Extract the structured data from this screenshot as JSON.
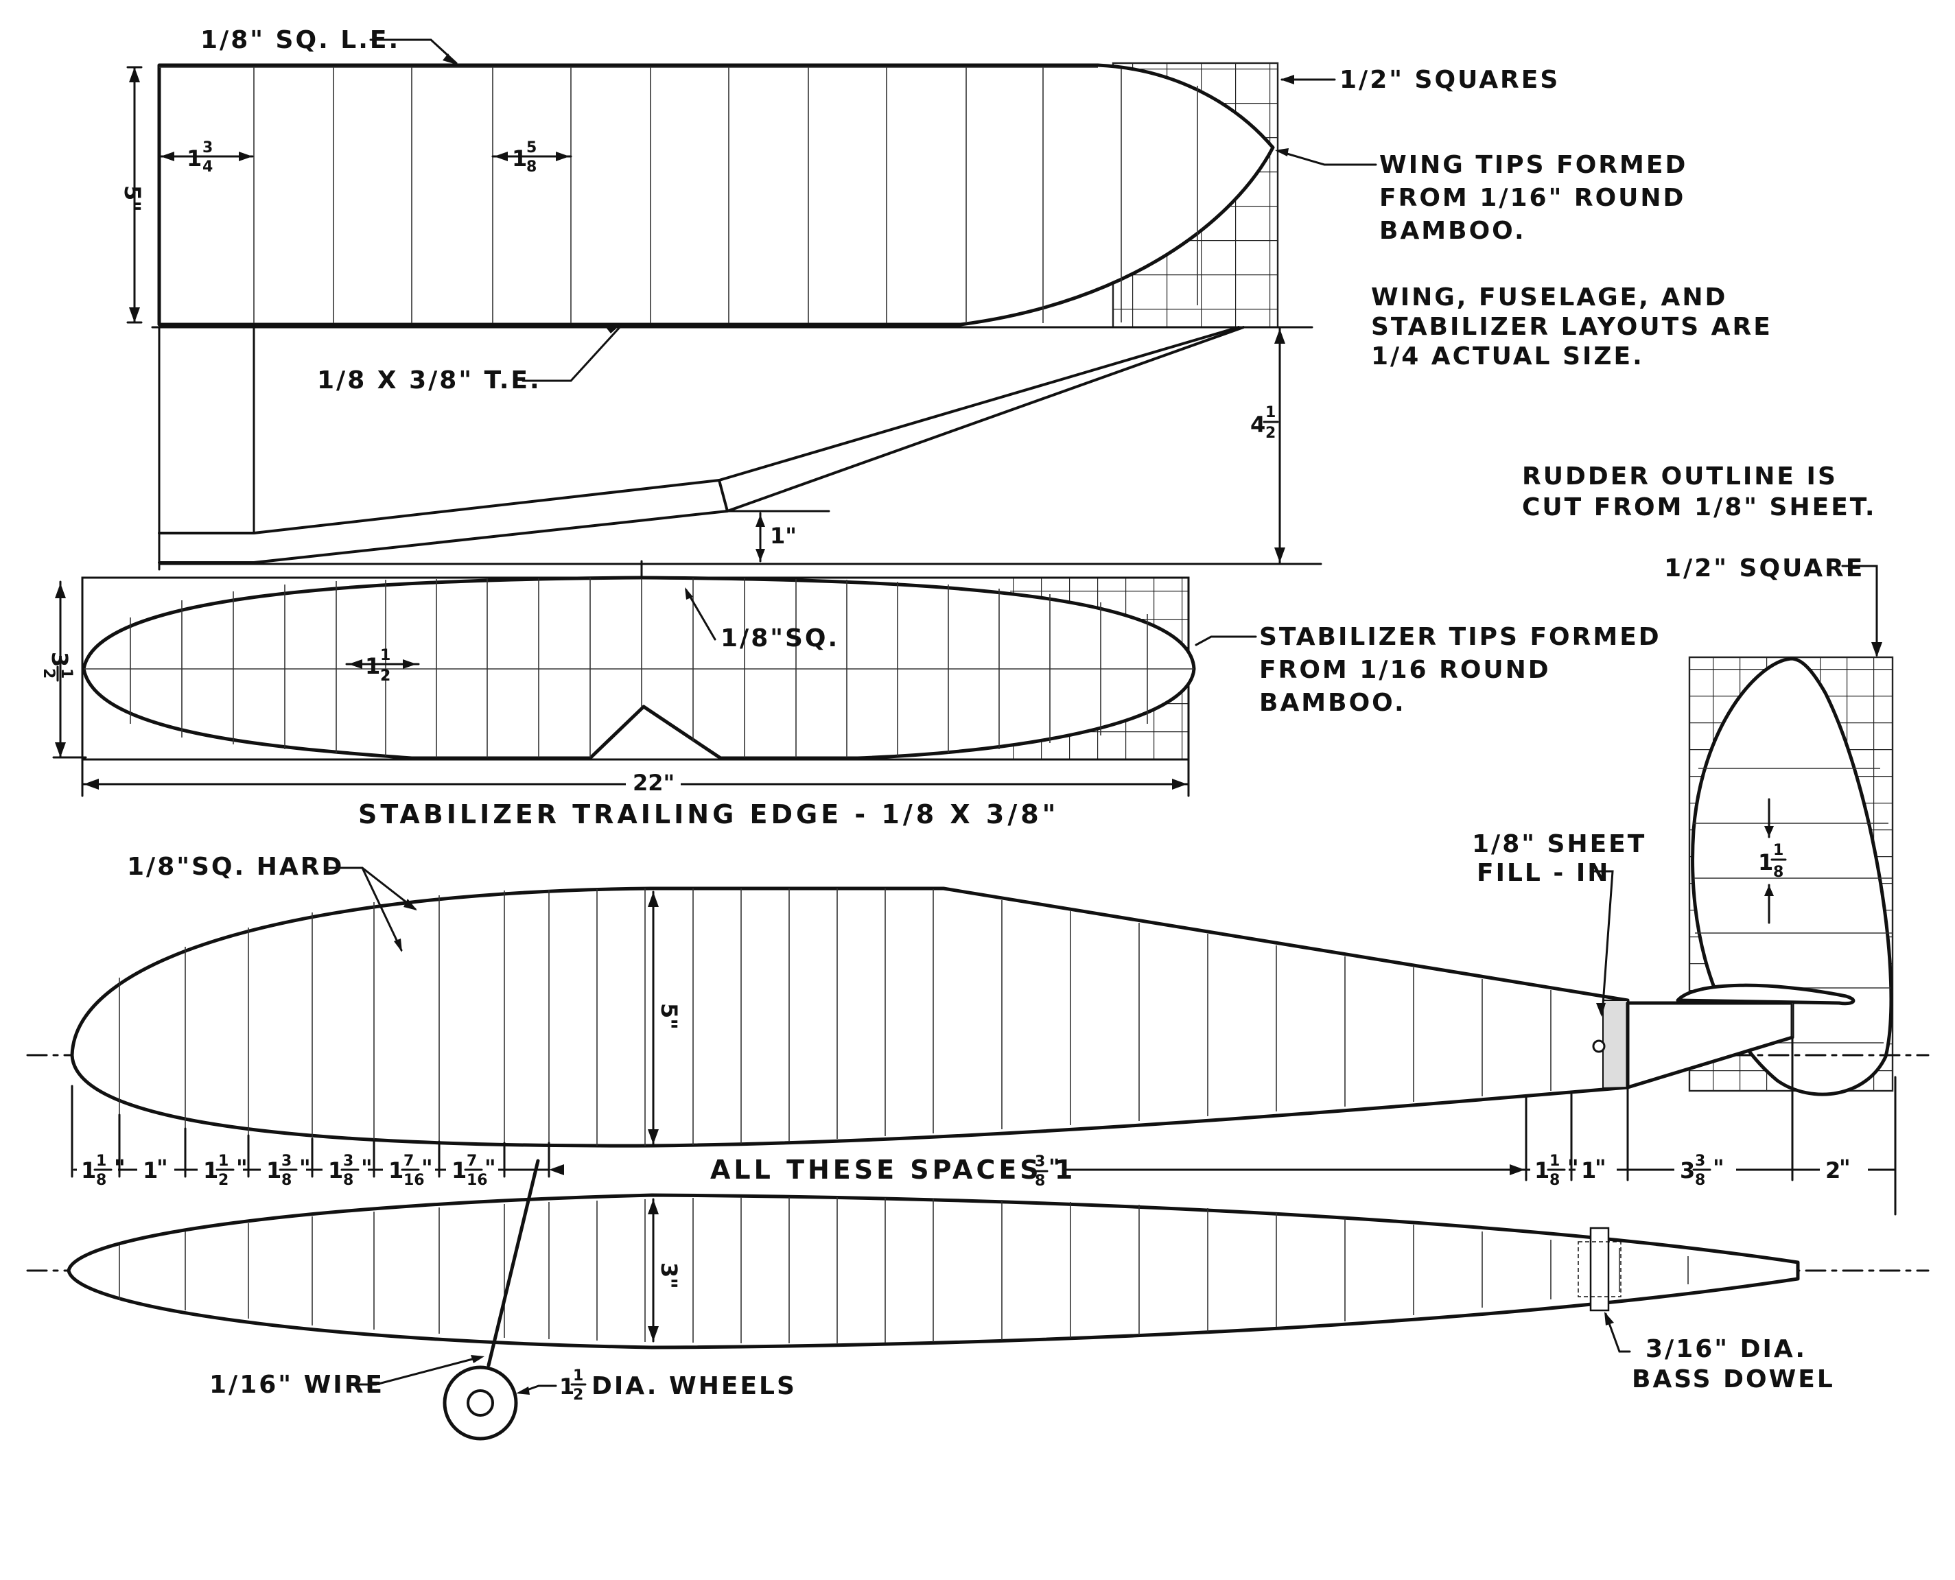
{
  "labels": {
    "le": "1/8\" SQ. L.E.",
    "squares": "1/2\" SQUARES",
    "wing_tips": [
      "WING TIPS FORMED",
      "FROM 1/16\" ROUND",
      "BAMBOO."
    ],
    "layout_note": [
      "WING, FUSELAGE, AND",
      "STABILIZER LAYOUTS ARE",
      "1/4 ACTUAL SIZE."
    ],
    "te": "1/8 X 3/8\" T.E.",
    "rudder_note": [
      "RUDDER OUTLINE IS",
      "CUT FROM 1/8\" SHEET."
    ],
    "square": "1/2\" SQUARE",
    "stab_sq": "1/8\"SQ.",
    "stab_tips": [
      "STABILIZER TIPS FORMED",
      "FROM 1/16 ROUND",
      "BAMBOO."
    ],
    "span": "22\"",
    "stab_te": "STABILIZER TRAILING EDGE - 1/8 X 3/8\"",
    "sq_hard": "1/8\"SQ. HARD",
    "sheet_fill": [
      "1/8\" SHEET",
      "FILL - IN"
    ],
    "all_spaces": "ALL THESE SPACES 1",
    "wire": "1/16\" WIRE",
    "wheels": "DIA. WHEELS",
    "dowel": [
      "3/16\" DIA.",
      "BASS DOWEL"
    ]
  },
  "dimensions": {
    "wing_chord": "5\"",
    "wing_rib_left": {
      "whole": "1",
      "num": "3",
      "den": "4"
    },
    "wing_rib_mid": {
      "whole": "1",
      "num": "5",
      "den": "8"
    },
    "dihedral": {
      "whole": "4",
      "num": "1",
      "den": "2"
    },
    "dihedral_step": "1\"",
    "stab_chord": {
      "whole": "3",
      "num": "1",
      "den": "2"
    },
    "stab_rib": {
      "whole": "1",
      "num": "1",
      "den": "2"
    },
    "rudder_rib": {
      "whole": "1",
      "num": "1",
      "den": "8"
    },
    "fuse_side_depth": "5\"",
    "fuse_top_width": "3\"",
    "spaces_frac": {
      "num": "3",
      "den": "8"
    },
    "wheel_dia": {
      "whole": "1",
      "num": "1",
      "den": "2"
    },
    "station_spacing": [
      {
        "whole": "1",
        "num": "1",
        "den": "8",
        "unit": "\""
      },
      {
        "whole": "1",
        "num": "",
        "den": "",
        "unit": "\""
      },
      {
        "whole": "1",
        "num": "1",
        "den": "2",
        "unit": "\""
      },
      {
        "whole": "1",
        "num": "3",
        "den": "8",
        "unit": "\""
      },
      {
        "whole": "1",
        "num": "3",
        "den": "8",
        "unit": "\""
      },
      {
        "whole": "1",
        "num": "7",
        "den": "16",
        "unit": "\""
      },
      {
        "whole": "1",
        "num": "7",
        "den": "16",
        "unit": "\""
      }
    ],
    "tail_spacing": [
      {
        "whole": "1",
        "num": "1",
        "den": "8",
        "unit": "\""
      },
      {
        "whole": "1",
        "num": "",
        "den": "",
        "unit": "\""
      },
      {
        "whole": "3",
        "num": "3",
        "den": "8",
        "unit": "\""
      },
      {
        "whole": "2",
        "num": "",
        "den": "",
        "unit": "\""
      }
    ]
  }
}
